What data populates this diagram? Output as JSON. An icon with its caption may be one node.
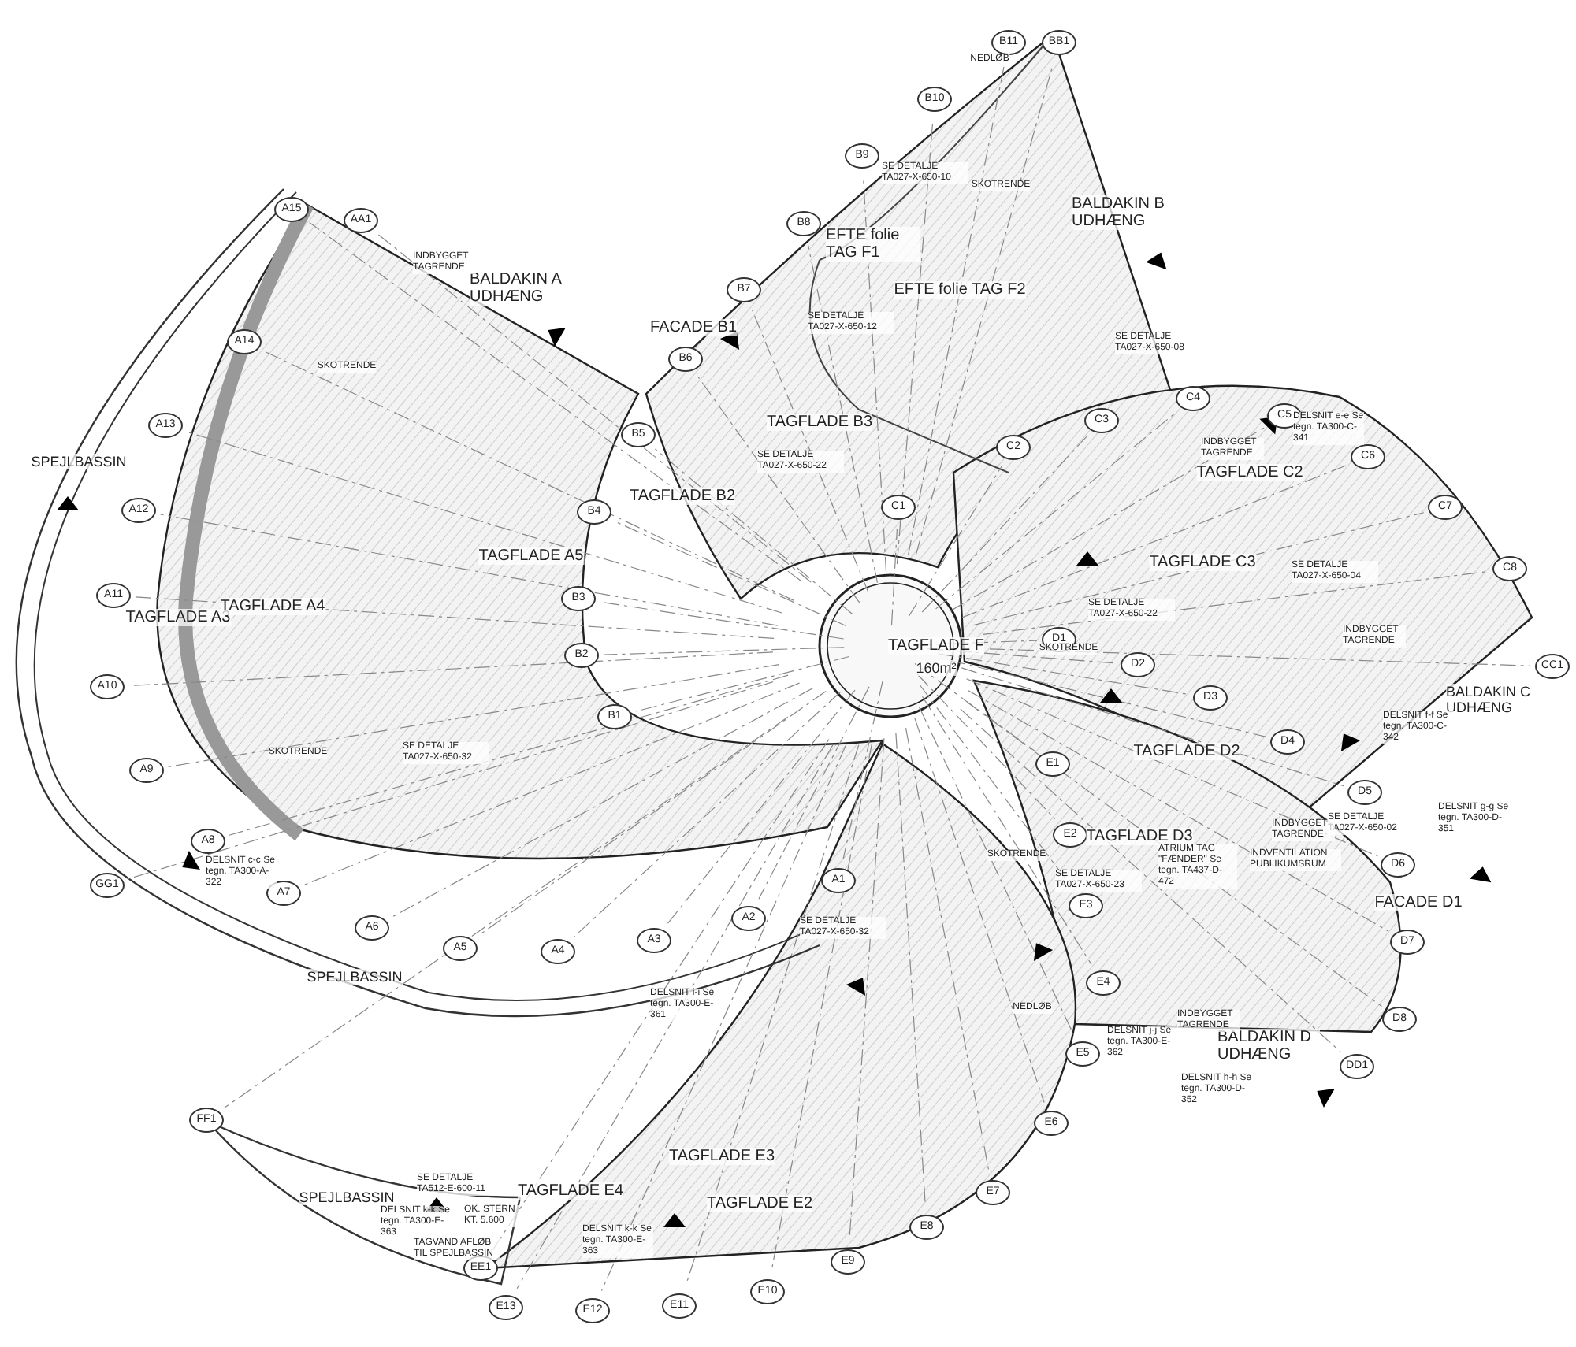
{
  "diagram": {
    "nodes": [
      {
        "text": [
          "AA1"
        ]
      },
      {
        "text": [
          "A15"
        ]
      },
      {
        "text": [
          "A14"
        ]
      },
      {
        "text": [
          "A13"
        ]
      },
      {
        "text": [
          "A12"
        ]
      },
      {
        "text": [
          "A11"
        ]
      },
      {
        "text": [
          "A10"
        ]
      },
      {
        "text": [
          "A9"
        ]
      },
      {
        "text": [
          "A8"
        ]
      },
      {
        "text": [
          "A7"
        ]
      },
      {
        "text": [
          "A6"
        ]
      },
      {
        "text": [
          "A5"
        ]
      },
      {
        "text": [
          "A4"
        ]
      },
      {
        "text": [
          "A3"
        ]
      },
      {
        "text": [
          "A2"
        ]
      },
      {
        "text": [
          "A1"
        ]
      },
      {
        "text": [
          "GG1"
        ]
      },
      {
        "text": [
          "B1"
        ]
      },
      {
        "text": [
          "B2"
        ]
      },
      {
        "text": [
          "B3"
        ]
      },
      {
        "text": [
          "B4"
        ]
      },
      {
        "text": [
          "B5"
        ]
      },
      {
        "text": [
          "B6"
        ]
      },
      {
        "text": [
          "B7"
        ]
      },
      {
        "text": [
          "B8"
        ]
      },
      {
        "text": [
          "B9"
        ]
      },
      {
        "text": [
          "B10"
        ]
      },
      {
        "text": [
          "B11"
        ]
      },
      {
        "text": [
          "BB1"
        ]
      },
      {
        "text": [
          "C1"
        ]
      },
      {
        "text": [
          "C2"
        ]
      },
      {
        "text": [
          "C3"
        ]
      },
      {
        "text": [
          "C4"
        ]
      },
      {
        "text": [
          "C5"
        ]
      },
      {
        "text": [
          "C6"
        ]
      },
      {
        "text": [
          "C7"
        ]
      },
      {
        "text": [
          "C8"
        ]
      },
      {
        "text": [
          "CC1"
        ]
      },
      {
        "text": [
          "D1"
        ]
      },
      {
        "text": [
          "D2"
        ]
      },
      {
        "text": [
          "D3"
        ]
      },
      {
        "text": [
          "D4"
        ]
      },
      {
        "text": [
          "D5"
        ]
      },
      {
        "text": [
          "D6"
        ]
      },
      {
        "text": [
          "D7"
        ]
      },
      {
        "text": [
          "D8"
        ]
      },
      {
        "text": [
          "DD1"
        ]
      },
      {
        "text": [
          "E1"
        ]
      },
      {
        "text": [
          "E2"
        ]
      },
      {
        "text": [
          "E3"
        ]
      },
      {
        "text": [
          "E4"
        ]
      },
      {
        "text": [
          "E5"
        ]
      },
      {
        "text": [
          "E6"
        ]
      },
      {
        "text": [
          "E7"
        ]
      },
      {
        "text": [
          "E8"
        ]
      },
      {
        "text": [
          "E9"
        ]
      },
      {
        "text": [
          "E10"
        ]
      },
      {
        "text": [
          "E11"
        ]
      },
      {
        "text": [
          "E12"
        ]
      },
      {
        "text": [
          "E13"
        ]
      },
      {
        "text": [
          "EE1"
        ]
      },
      {
        "text": [
          "FF1"
        ]
      }
    ],
    "labels": [
      "BALDAKIN A UDHÆNG",
      "BALDAKIN B UDHÆNG",
      "BALDAKIN C UDHÆNG",
      "BALDAKIN D UDHÆNG",
      "SPEJLBASSIN",
      "SPEJLBASSIN",
      "SPEJLBASSIN",
      "FACADE B1",
      "FACADE D1",
      "EFTE folie TAG F1",
      "EFTE folie TAG F2",
      "TAGFLADE A3",
      "TAGFLADE A4",
      "TAGFLADE A5",
      "TAGFLADE B2",
      "TAGFLADE B3",
      "TAGFLADE F",
      "160m²",
      "TAGFLADE C2",
      "TAGFLADE C3",
      "TAGFLADE D2",
      "TAGFLADE D3",
      "TAGFLADE E3",
      "TAGFLADE E4",
      "TAGFLADE E2",
      "SE DETALJE TA027-X-650-10",
      "SE DETALJE TA027-X-650-12",
      "SE DETALJE TA027-X-650-08",
      "SE DETALJE TA027-X-650-04",
      "SE DETALJE TA027-X-650-22",
      "SE DETALJE TA027-X-650-02",
      "SE DETALJE TA027-X-650-23",
      "SE DETALJE TA027-X-650-32",
      "SE DETALJE TA027-X-650-22",
      "SE DETALJE TA027-X-650-32",
      "DELSNIT e-e Se tegn. TA300-C-341",
      "DELSNIT f-f Se tegn. TA300-C-342",
      "DELSNIT g-g Se tegn. TA300-D-351",
      "DELSNIT h-h Se tegn. TA300-D-352",
      "DELSNIT j-j Se tegn. TA300-E-362",
      "DELSNIT i-i Se tegn. TA300-E-361",
      "DELSNIT k-k Se tegn. TA300-E-363",
      "DELSNIT k-k Se tegn. TA300-E-363",
      "DELSNIT c-c Se tegn. TA300-A-322",
      "TAGVAND AFLØB TIL SPEJLBASSIN",
      "OK. STERN KT. 5.600",
      "SE DETALJE TA512-E-600-11",
      "ATRIUM TAG \"FÆNDER\" Se tegn. TA437-D-472",
      "INDVENTILATION PUBLIKUMSRUM",
      "SKOTRENDE",
      "SKOTRENDE",
      "SKOTRENDE",
      "SKOTRENDE",
      "SKOTRENDE",
      "INDBYGGET TAGRENDE",
      "INDBYGGET TAGRENDE",
      "INDBYGGET TAGRENDE",
      "INDBYGGET TAGRENDE",
      "INDBYGGET TAGRENDE",
      "NEDLØB",
      "NEDLØB"
    ]
  }
}
